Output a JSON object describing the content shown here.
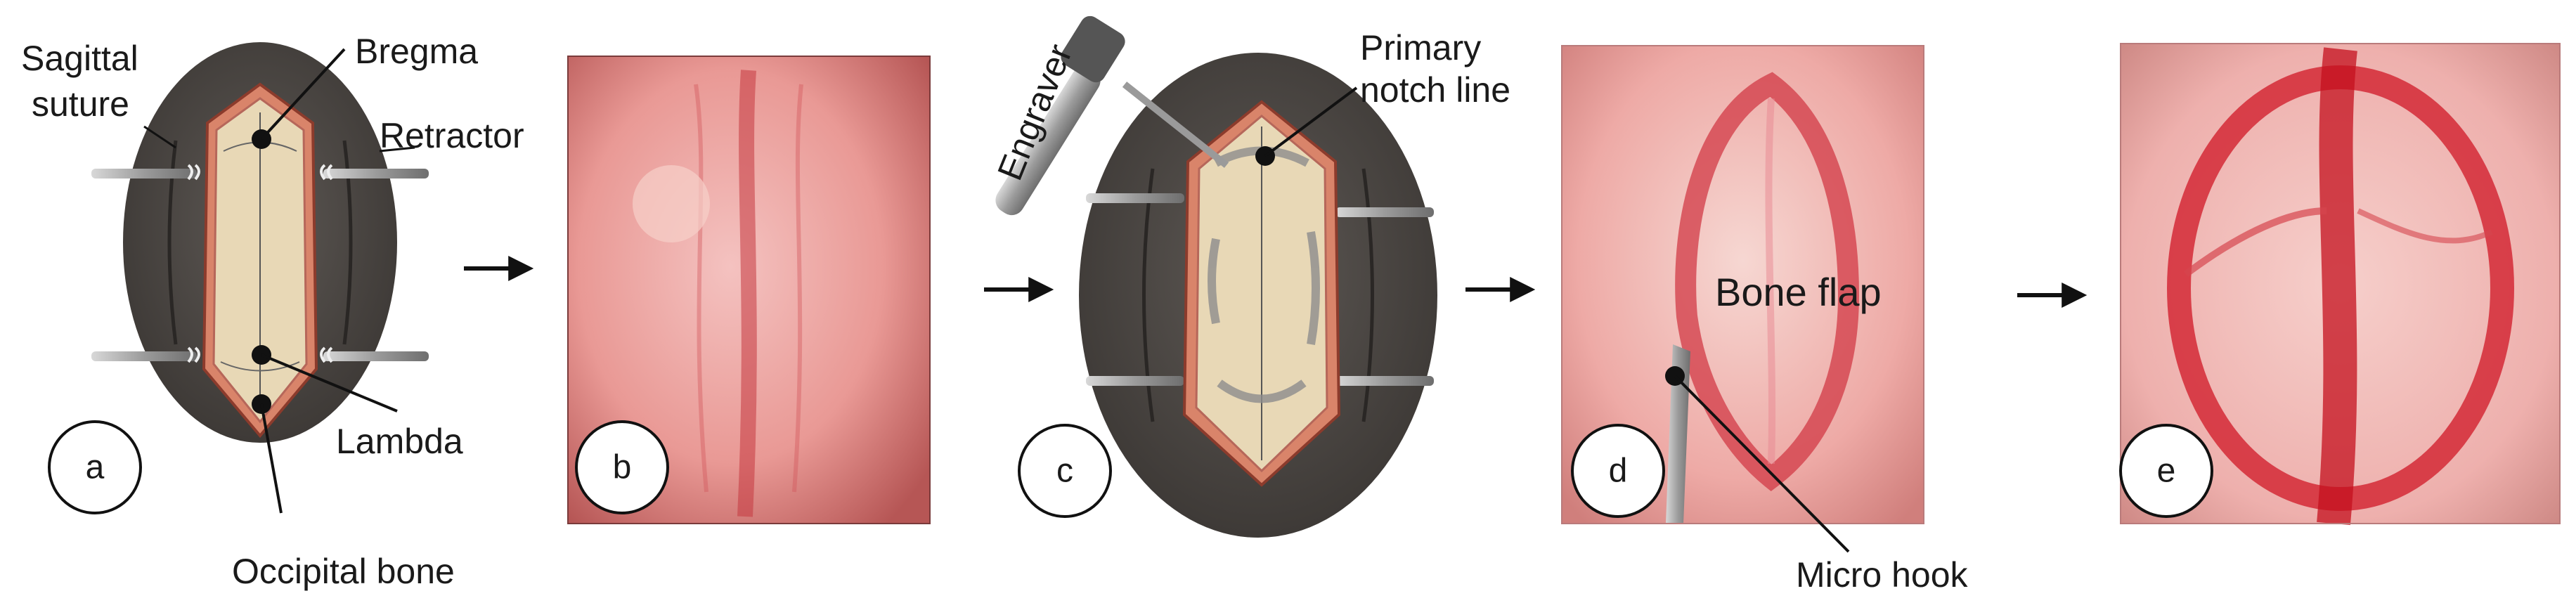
{
  "panels": {
    "a": {
      "letter": "a",
      "labels": {
        "sagittal_suture": [
          "Sagittal",
          "suture"
        ],
        "bregma": "Bregma",
        "retractor": "Retractor",
        "lambda": "Lambda",
        "occipital_bone": "Occipital bone"
      }
    },
    "b": {
      "letter": "b"
    },
    "c": {
      "letter": "c",
      "labels": {
        "engraver": "Engraver",
        "primary_notch_line": [
          "Primary",
          "notch line"
        ]
      }
    },
    "d": {
      "letter": "d",
      "labels": {
        "bone_flap": "Bone flap",
        "micro_hook": "Micro hook"
      }
    },
    "e": {
      "letter": "e"
    }
  },
  "colors": {
    "skin_dark": "#3f3b38",
    "skin_mid": "#56514d",
    "bone": "#e8d8b6",
    "bone_edge": "#c8715c",
    "photo_tissue": "#e89a9a",
    "blood": "#d4202e",
    "arrow": "#111111",
    "instrument": "#9a9a9a"
  }
}
